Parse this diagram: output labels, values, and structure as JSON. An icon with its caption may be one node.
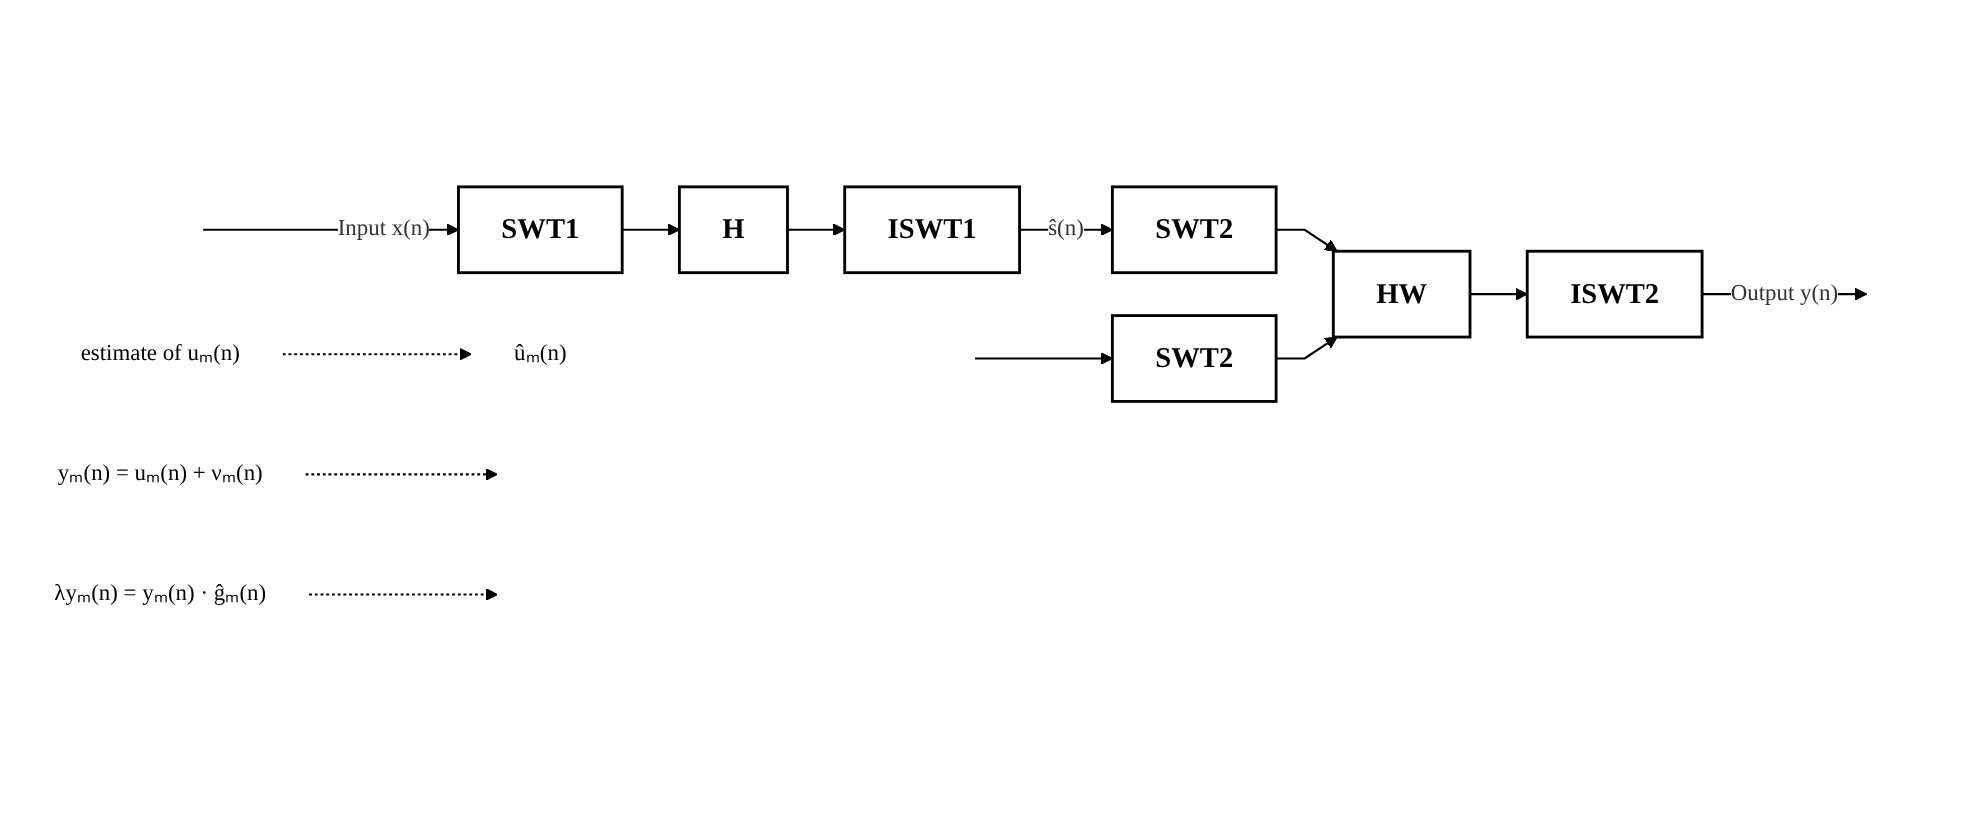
{
  "diagram": {
    "nodes": [
      {
        "text": [
          "SWT1"
        ]
      },
      {
        "text": [
          "H"
        ]
      },
      {
        "text": [
          "ISWT1"
        ]
      },
      {
        "text": [
          "SWT2"
        ]
      },
      {
        "text": [
          "SWT2"
        ]
      },
      {
        "text": [
          "HW"
        ]
      },
      {
        "text": [
          "ISWT2"
        ]
      },
      {
        "text": [
          "estimate of uₘ(n)"
        ]
      },
      {
        "text": [
          "ûₘ(n)"
        ]
      },
      {
        "text": [
          "yₘ(n) = uₘ(n) + νₘ(n)"
        ]
      },
      {
        "text": [
          "λyₘ(n) = yₘ(n) · ĝₘ(n)"
        ]
      }
    ],
    "edges": [
      {
        "from": null,
        "to": 0,
        "arrow": "to",
        "label": "Input x(n)"
      },
      {
        "from": null,
        "to": 4,
        "arrow": "to"
      },
      {
        "from": 0,
        "to": 1,
        "arrow": "to"
      },
      {
        "from": 1,
        "to": 2,
        "arrow": "to"
      },
      {
        "from": 2,
        "to": 3,
        "arrow": "to",
        "label": "ŝ(n)"
      },
      {
        "from": 3,
        "to": 5,
        "arrow": "to"
      },
      {
        "from": 4,
        "to": 5,
        "arrow": "to"
      },
      {
        "from": 5,
        "to": 6,
        "arrow": "to"
      },
      {
        "from": 6,
        "to": null,
        "arrow": "to",
        "label": "Output y(n)"
      },
      {
        "from": 7,
        "to": 8,
        "arrow": "to",
        "style": "dashed"
      },
      {
        "from": 9,
        "to": null,
        "arrow": "to",
        "style": "dashed"
      },
      {
        "from": 10,
        "to": null,
        "arrow": "to",
        "style": "dashed"
      }
    ]
  }
}
